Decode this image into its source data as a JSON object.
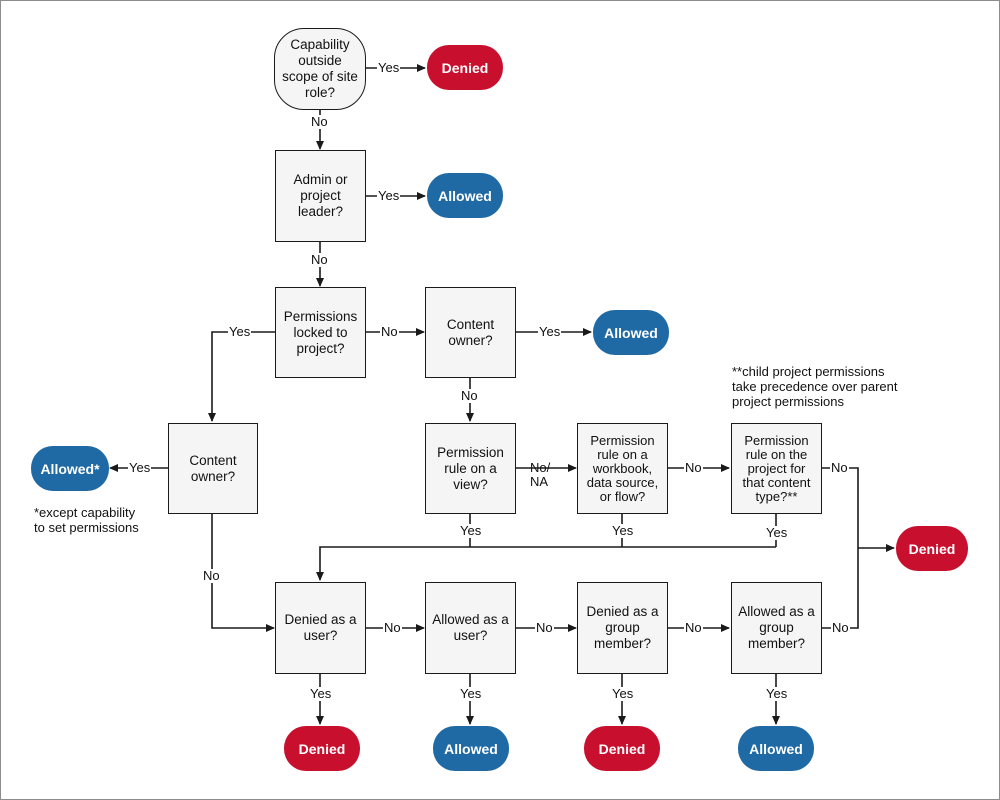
{
  "colors": {
    "denied": "#c8102e",
    "allowed": "#1f6aa5",
    "node_fill": "#f5f5f5",
    "stroke": "#1a1a1a"
  },
  "nodes": {
    "capability_scope": "Capability\noutside\nscope of site\nrole?",
    "admin_leader": "Admin or\nproject\nleader?",
    "perms_locked": "Permissions\nlocked to\nproject?",
    "content_owner_top": "Content\nowner?",
    "content_owner_left": "Content\nowner?",
    "rule_view": "Permission\nrule on a\nview?",
    "rule_workbook": "Permission\nrule on a\nworkbook,\ndata source,\nor flow?",
    "rule_project": "Permission\nrule on the\nproject for\nthat content\ntype?**",
    "denied_user": "Denied as a\nuser?",
    "allowed_user": "Allowed as a\nuser?",
    "denied_group": "Denied as a\ngroup\nmember?",
    "allowed_group": "Allowed as a\ngroup\nmember?"
  },
  "outcomes": {
    "denied_top": "Denied",
    "allowed_admin": "Allowed",
    "allowed_owner": "Allowed",
    "allowed_left": "Allowed*",
    "denied_right": "Denied",
    "denied_b1": "Denied",
    "allowed_b2": "Allowed",
    "denied_b3": "Denied",
    "allowed_b4": "Allowed"
  },
  "edge_labels": {
    "yes": "Yes",
    "no": "No",
    "no_na": "No/\nNA"
  },
  "notes": {
    "child_project": "**child project permissions\ntake precedence over parent\nproject  permissions",
    "except_capability": "*except capability\nto set permissions"
  }
}
